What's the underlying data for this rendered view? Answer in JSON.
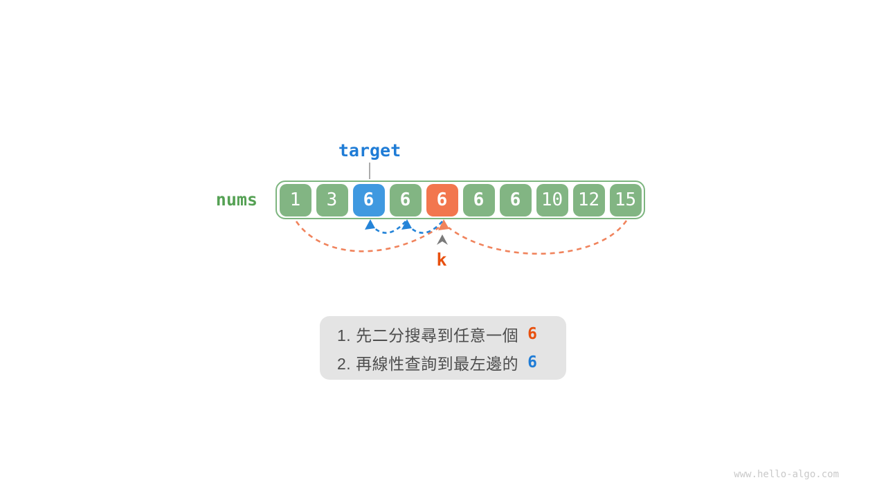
{
  "diagram": {
    "target_label": "target",
    "array_label": "nums",
    "pointer_label": "k",
    "cells": [
      {
        "value": "1",
        "variant": "green",
        "bold": false
      },
      {
        "value": "3",
        "variant": "green",
        "bold": false
      },
      {
        "value": "6",
        "variant": "blue",
        "bold": true
      },
      {
        "value": "6",
        "variant": "green",
        "bold": true
      },
      {
        "value": "6",
        "variant": "orange",
        "bold": true
      },
      {
        "value": "6",
        "variant": "green",
        "bold": true
      },
      {
        "value": "6",
        "variant": "green",
        "bold": true
      },
      {
        "value": "10",
        "variant": "green",
        "bold": false
      },
      {
        "value": "12",
        "variant": "green",
        "bold": false
      },
      {
        "value": "15",
        "variant": "green",
        "bold": false
      }
    ]
  },
  "steps": [
    {
      "text": "1. 先二分搜尋到任意一個",
      "value": "6",
      "color": "orange"
    },
    {
      "text": "2. 再線性查詢到最左邊的",
      "value": "6",
      "color": "blue"
    }
  ],
  "watermark": "www.hello-algo.com",
  "colors": {
    "cell_green": "#82b583",
    "cell_blue": "#3f99e0",
    "cell_orange": "#f2764e",
    "container_border_green": "#7db57f",
    "label_green": "#55a154",
    "label_blue": "#1f7cd6",
    "label_orange": "#e8500e",
    "arc_blue": "#2584d8",
    "arc_orange": "#f0835c",
    "steps_background": "#e4e4e4",
    "steps_text": "#4d4d4d",
    "watermark_gray": "#c9c9c9"
  }
}
